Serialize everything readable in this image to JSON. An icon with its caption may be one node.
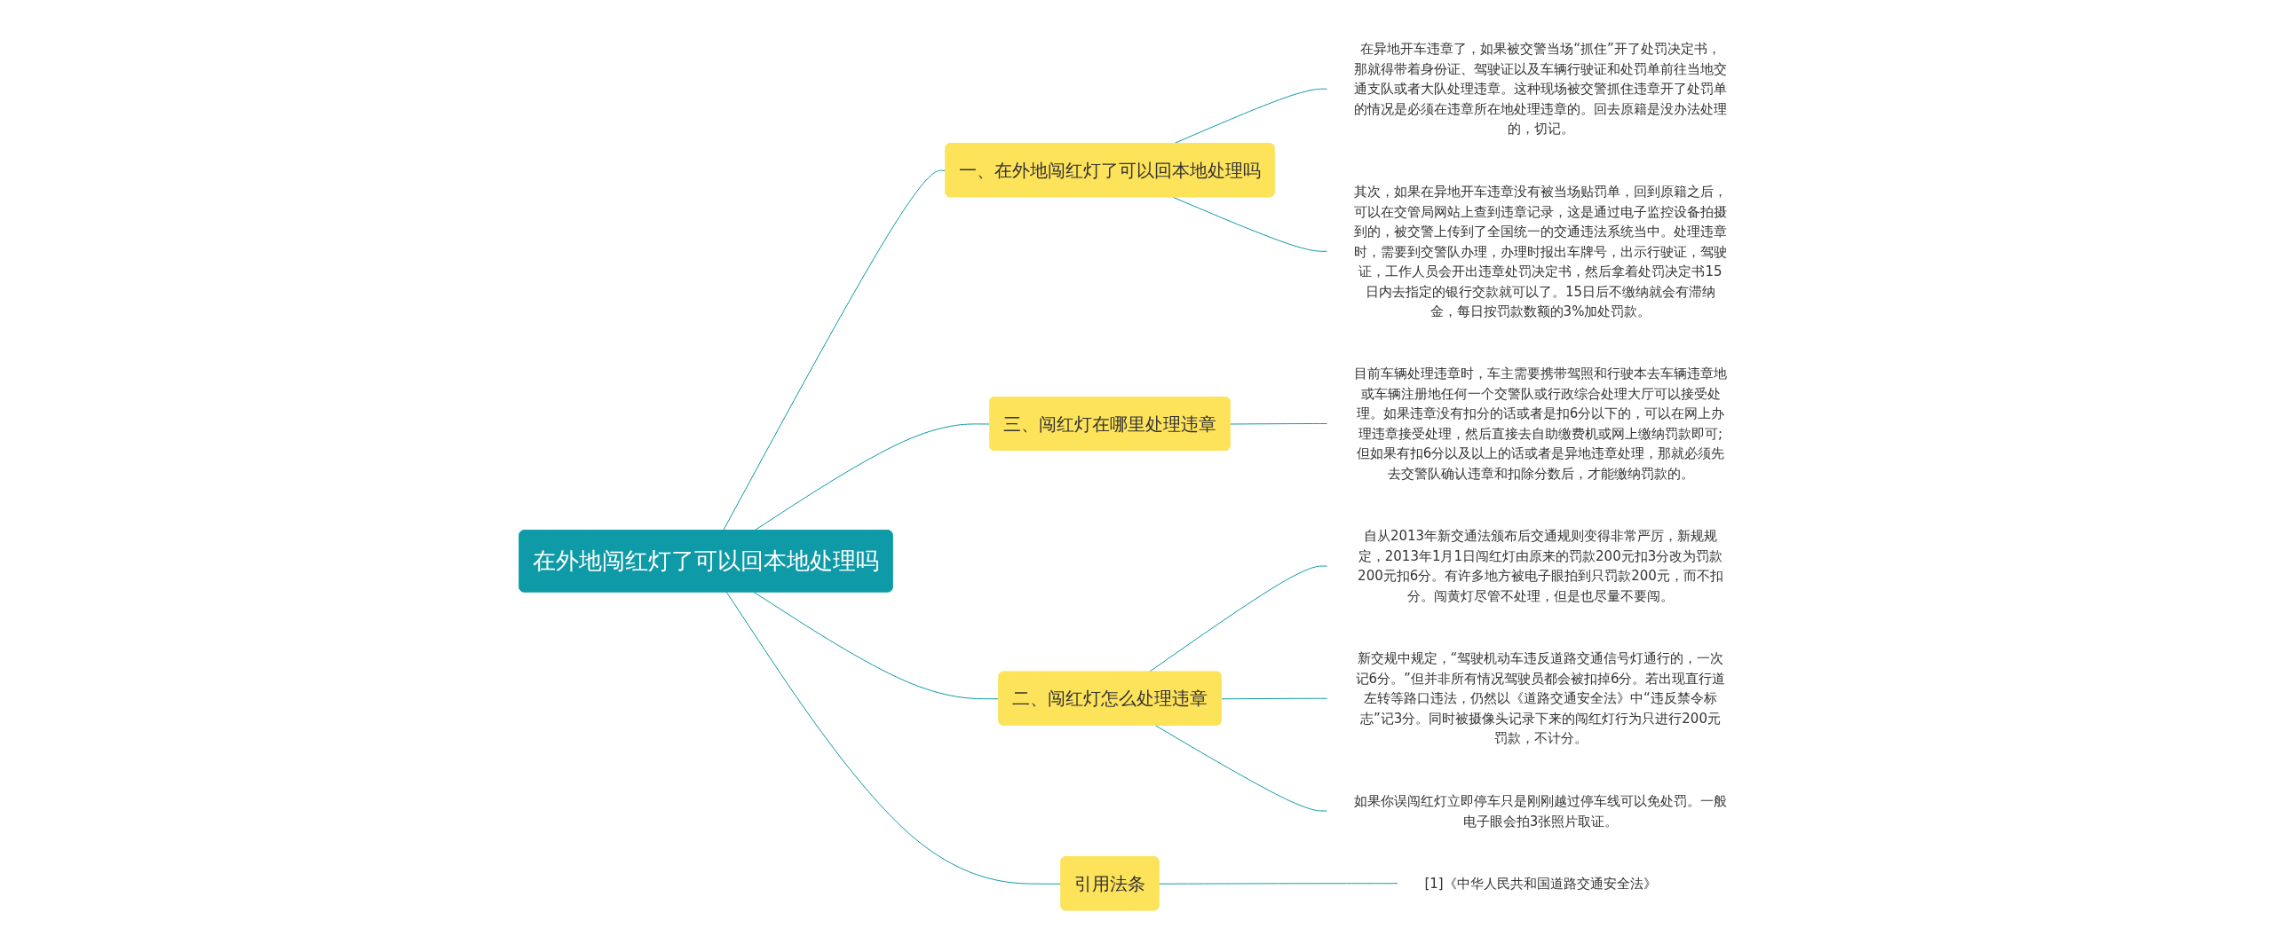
{
  "diagram": {
    "nodes": [
      {
        "text": [
          "在外地闯红灯了可以回本地处理吗"
        ]
      },
      {
        "text": [
          "一、在外地闯红灯了可以回本地处理吗"
        ]
      },
      {
        "text": [
          "在异地开车违章了，如果被交警当场“抓住”开了处罚决定书，那就得带着身份证、驾驶证以及车辆行驶证和处罚单前往当地交通支队或者大队处理违章。这种现场被交警抓住违章开了处罚单的情况是必须在违章所在地处理违章的。回去原籍是没办法处理的，切记。"
        ]
      },
      {
        "text": [
          "其次，如果在异地开车违章没有被当场贴罚单，回到原籍之后，可以在交管局网站上查到违章记录，这是通过电子监控设备拍摄到的，被交警上传到了全国统一的交通违法系统当中。处理违章时，需要到交警队办理，办理时报出车牌号，出示行驶证，驾驶证，工作人员会开出违章处罚决定书，然后拿着处罚决定书15日内去指定的银行交款就可以了。15日后不缴纳就会有滞纳金，每日按罚款数额的3%加处罚款。"
        ]
      },
      {
        "text": [
          "三、闯红灯在哪里处理违章"
        ]
      },
      {
        "text": [
          "目前车辆处理违章时，车主需要携带驾照和行驶本去车辆违章地或车辆注册地任何一个交警队或行政综合处理大厅可以接受处理。如果违章没有扣分的话或者是扣6分以下的，可以在网上办理违章接受处理，然后直接去自助缴费机或网上缴纳罚款即可;但如果有扣6分以及以上的话或者是异地违章处理，那就必须先去交警队确认违章和扣除分数后，才能缴纳罚款的。"
        ]
      },
      {
        "text": [
          "二、闯红灯怎么处理违章"
        ]
      },
      {
        "text": [
          "自从2013年新交通法颁布后交通规则变得非常严厉，新规规定，2013年1月1日闯红灯由原来的罚款200元扣3分改为罚款200元扣6分。有许多地方被电子眼拍到只罚款200元，而不扣分。闯黄灯尽管不处理，但是也尽量不要闯。"
        ]
      },
      {
        "text": [
          "新交规中规定，“驾驶机动车违反道路交通信号灯通行的，一次记6分。”但并非所有情况驾驶员都会被扣掉6分。若出现直行道左转等路口违法，仍然以《道路交通安全法》中“违反禁令标志”记3分。同时被摄像头记录下来的闯红灯行为只进行200元罚款，不计分。"
        ]
      },
      {
        "text": [
          "如果你误闯红灯立即停车只是刚刚越过停车线可以免处罚。一般电子眼会拍3张照片取证。"
        ]
      },
      {
        "text": [
          "引用法条"
        ]
      },
      {
        "text": [
          "[1]《中华人民共和国道路交通安全法》"
        ]
      }
    ],
    "edges": [
      {
        "from": 0,
        "to": 1,
        "arrow": "none"
      },
      {
        "from": 1,
        "to": 2,
        "arrow": "none"
      },
      {
        "from": 1,
        "to": 3,
        "arrow": "none"
      },
      {
        "from": 0,
        "to": 4,
        "arrow": "none"
      },
      {
        "from": 4,
        "to": 5,
        "arrow": "none"
      },
      {
        "from": 0,
        "to": 6,
        "arrow": "none"
      },
      {
        "from": 6,
        "to": 7,
        "arrow": "none"
      },
      {
        "from": 6,
        "to": 8,
        "arrow": "none"
      },
      {
        "from": 6,
        "to": 9,
        "arrow": "none"
      },
      {
        "from": 0,
        "to": 10,
        "arrow": "none"
      },
      {
        "from": 10,
        "to": 11,
        "arrow": "none"
      }
    ]
  }
}
